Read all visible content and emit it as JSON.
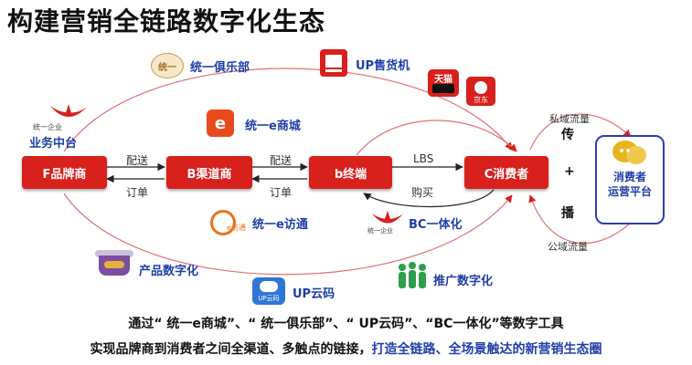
{
  "title": "构建营销全链路数字化生态",
  "nodes": {
    "f": "F品牌商",
    "b_channel": "B渠道商",
    "b_terminal": "b终端",
    "c": "C消费者"
  },
  "edges": {
    "f_b_top": "配送",
    "f_b_bottom": "订单",
    "b_b_top": "配送",
    "b_b_bottom": "订单",
    "b_c_top": "LBS",
    "b_c_bottom": "购买"
  },
  "business_center": {
    "logo_text": "统一企业",
    "label": "业务中台"
  },
  "tools": {
    "club": "统一俱乐部",
    "up_vending": "UP售货机",
    "e_mall": "统一e商城",
    "e_visit": "统一e访通",
    "bc": "BC一体化",
    "product": "产品数字化",
    "promo": "推广数字化",
    "upcode": "UP云码"
  },
  "logos": {
    "club_badge": "统一",
    "tmall": "天猫",
    "jd": "京东",
    "evisit_small": "e访通",
    "bc_logo_text": "统一企业",
    "upcode_small": "UP云码"
  },
  "platform": {
    "line1": "消费者",
    "line2": "运营平台",
    "private_flow": "私域流量",
    "public_flow": "公域流量",
    "chuan": "传",
    "plus": "+",
    "bo": "播"
  },
  "bottom": {
    "line1": "通过“ 统一e商城”、“ 统一俱乐部”、“ UP云码”、“BC一体化”等数字工具",
    "line2_normal": "实现品牌商到消费者之间全渠道、多触点的链接，",
    "line2_highlight": "打造全链路、全场景触达的新营销生态圈"
  },
  "colors": {
    "brand_red": "#d8201c",
    "accent_blue": "#1f3fa8"
  }
}
